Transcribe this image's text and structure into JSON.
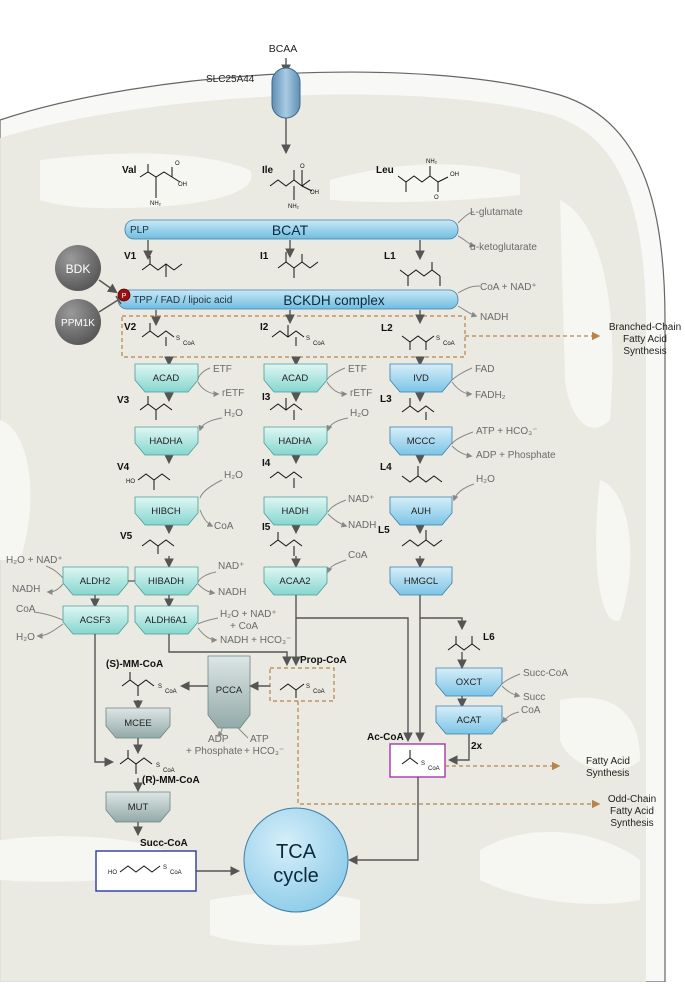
{
  "transport": {
    "substrate": "BCAA",
    "transporter": "SLC25A44"
  },
  "amino_acids": {
    "val": "Val",
    "ile": "Ile",
    "leu": "Leu"
  },
  "bcat": {
    "name": "BCAT",
    "cofactor": "PLP",
    "input": "L-glutamate",
    "output": "α-ketoglutarate"
  },
  "bckdh": {
    "name": "BCKDH complex",
    "cofactors": "TPP / FAD / lipoic acid",
    "input": "CoA + NAD⁺",
    "output": "NADH",
    "phospho_badge": "P"
  },
  "regulators": {
    "kinase": "BDK",
    "phosphatase": "PPM1K"
  },
  "valine": {
    "steps": [
      "V1",
      "V2",
      "V3",
      "V4",
      "V5"
    ],
    "enzymes": {
      "acad": "ACAD",
      "hadha": "HADHA",
      "hibch": "HIBCH",
      "hibadh": "HIBADH",
      "aldh2": "ALDH2",
      "acsf3": "ACSF3",
      "aldh6a1": "ALDH6A1"
    },
    "cofactors": {
      "acad_in": "ETF",
      "acad_out": "rETF",
      "hadha_in": "H₂O",
      "hibch_in": "H₂O",
      "hibch_out": "CoA",
      "hibadh_in": "NAD⁺",
      "hibadh_out": "NADH",
      "aldh2_in": "H₂O + NAD⁺",
      "aldh2_out": "NADH",
      "acsf3_in": "CoA",
      "acsf3_out": "H₂O",
      "aldh6a1_in1": "H₂O + NAD⁺",
      "aldh6a1_in2": "+ CoA",
      "aldh6a1_out": "NADH + HCO₃⁻"
    }
  },
  "isoleucine": {
    "steps": [
      "I1",
      "I2",
      "I3",
      "I4",
      "I5"
    ],
    "enzymes": {
      "acad": "ACAD",
      "hadha": "HADHA",
      "hadh": "HADH",
      "acaa2": "ACAA2"
    },
    "cofactors": {
      "acad_in": "ETF",
      "acad_out": "rETF",
      "hadha_in": "H₂O",
      "hadh_in": "NAD⁺",
      "hadh_out": "NADH",
      "acaa2_in": "CoA"
    }
  },
  "leucine": {
    "steps": [
      "L1",
      "L2",
      "L3",
      "L4",
      "L5",
      "L6"
    ],
    "enzymes": {
      "ivd": "IVD",
      "mccc": "MCCC",
      "auh": "AUH",
      "hmgcl": "HMGCL",
      "oxct": "OXCT",
      "acat": "ACAT"
    },
    "cofactors": {
      "ivd_in": "FAD",
      "ivd_out": "FADH₂",
      "mccc_in": "ATP + HCO₃⁻",
      "mccc_out": "ADP + Phosphate",
      "auh_in": "H₂O",
      "oxct_in": "Succ-CoA",
      "oxct_out": "Succ",
      "acat_in": "CoA",
      "acat_mult": "2x"
    }
  },
  "propionate": {
    "prop_coa": "Prop-CoA",
    "pcca": "PCCA",
    "pcca_out": [
      "ADP",
      "+ Phosphate"
    ],
    "pcca_in": [
      "ATP",
      "+ HCO₃⁻"
    ],
    "s_mm_coa": "(S)-MM-CoA",
    "mcee": "MCEE",
    "r_mm_coa": "(R)-MM-CoA",
    "mut": "MUT",
    "succ_coa": "Succ-CoA"
  },
  "ac_coa": "Ac-CoA",
  "tca": {
    "line1": "TCA",
    "line2": "cycle"
  },
  "outputs": {
    "branched": [
      "Branched-Chain",
      "Fatty Acid",
      "Synthesis"
    ],
    "fatty": [
      "Fatty Acid",
      "Synthesis"
    ],
    "odd": [
      "Odd-Chain",
      "Fatty Acid",
      "Synthesis"
    ]
  },
  "atoms": {
    "nh2": "NH₂",
    "oh": "OH",
    "o": "O",
    "s": "S",
    "coa": "CoA",
    "ho": "HO"
  },
  "colors": {
    "cyan_top": "#cdeaf7",
    "cyan_bottom": "#7cc4e6",
    "teal_top": "#d6f4f0",
    "teal_bottom": "#86d6cf",
    "gray_top": "#d0dcdb",
    "gray_bottom": "#93aaa8",
    "mito": "#ececE4",
    "dash": "#b8844a",
    "purple": "#a23aa8",
    "blue": "#2f3a9c",
    "badge": "#9a1010"
  }
}
